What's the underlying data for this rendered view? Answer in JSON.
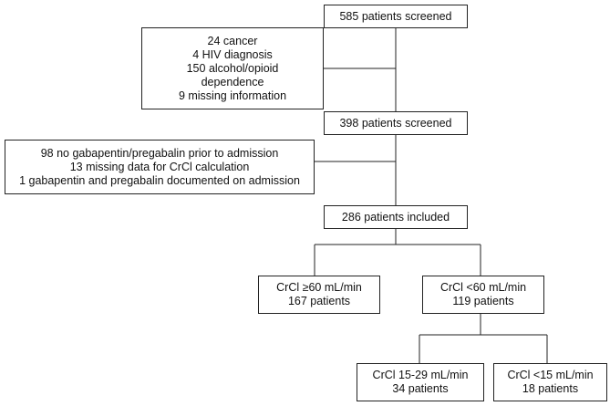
{
  "flowchart": {
    "screened_initial": {
      "lines": [
        "585 patients screened"
      ]
    },
    "exclusion_first": {
      "lines": [
        "24 cancer",
        "4 HIV diagnosis",
        "150 alcohol/opioid",
        "dependence",
        "9 missing information"
      ]
    },
    "screened_second": {
      "lines": [
        "398 patients screened"
      ]
    },
    "exclusion_second": {
      "lines": [
        "98 no gabapentin/pregabalin prior to admission",
        "13 missing data for CrCl calculation",
        "1 gabapentin and pregabalin documented on admission"
      ]
    },
    "included": {
      "lines": [
        "286 patients included"
      ]
    },
    "crcl_ge_60": {
      "lines": [
        "CrCl ≥60  mL/min",
        "167 patients"
      ]
    },
    "crcl_lt_60": {
      "lines": [
        "CrCl <60  mL/min",
        "119 patients"
      ]
    },
    "crcl_15_29": {
      "lines": [
        "CrCl 15-29 mL/min",
        "34 patients"
      ]
    },
    "crcl_lt_15": {
      "lines": [
        "CrCl <15 mL/min",
        "18 patients"
      ]
    }
  },
  "colors": {
    "line": "#222222",
    "text": "#111111",
    "background": "#ffffff"
  }
}
